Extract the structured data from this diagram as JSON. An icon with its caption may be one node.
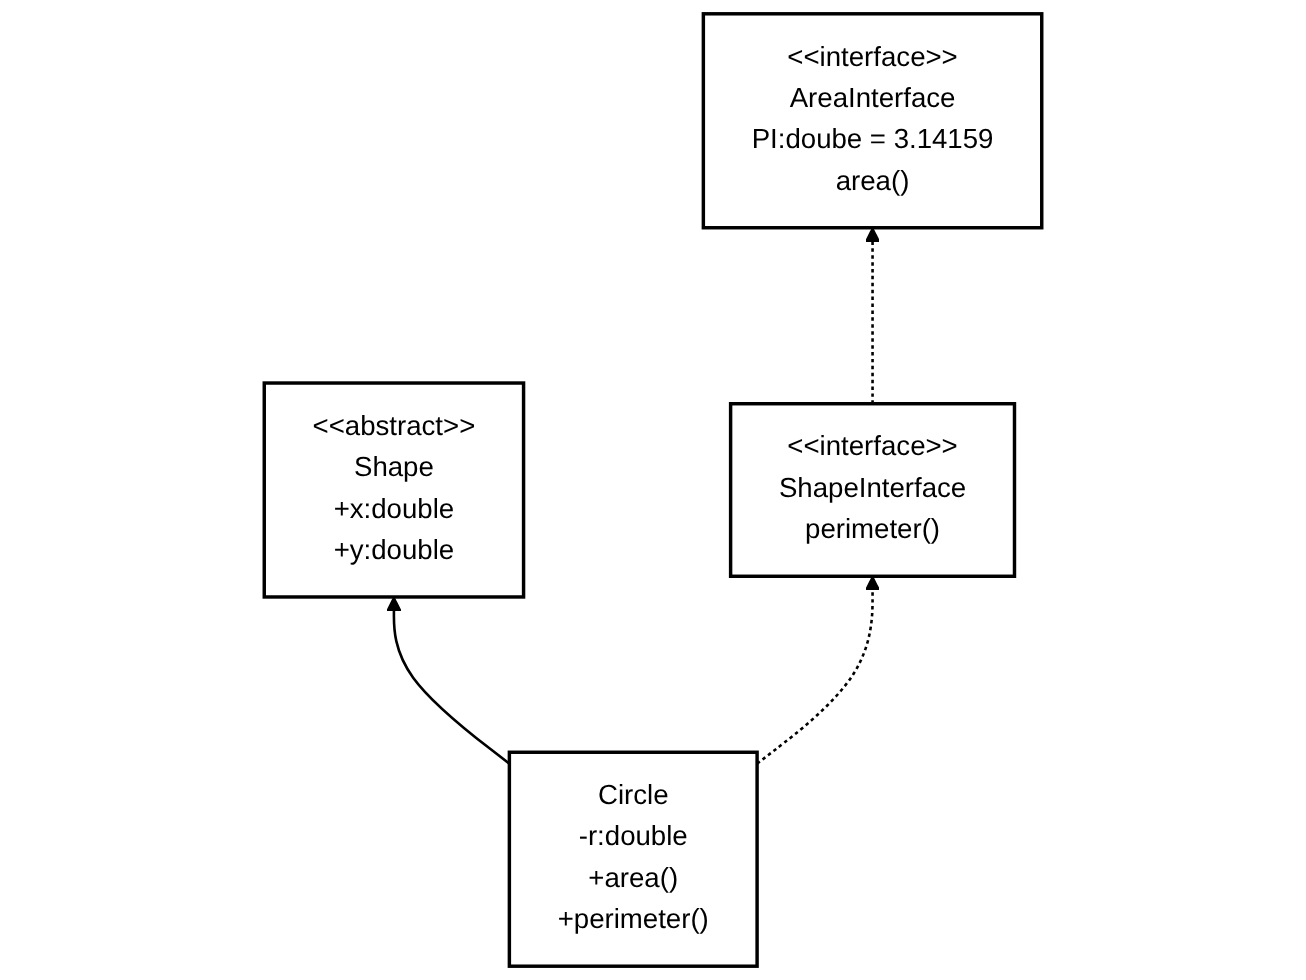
{
  "diagram": {
    "nodes": [
      {
        "text": [
          "<<abstract>>",
          "Shape",
          "+x:double",
          "+y:double"
        ]
      },
      {
        "text": [
          "<<interface>>",
          "AreaInterface",
          "PI:doube = 3.14159",
          "area()"
        ]
      },
      {
        "text": [
          "Circle",
          "-r:double",
          "+area()",
          "+perimeter()"
        ]
      },
      {
        "text": [
          "<<interface>>",
          "ShapeInterface",
          "perimeter()"
        ]
      }
    ],
    "edges": [
      {
        "from": 2,
        "to": 0,
        "arrow": "to"
      },
      {
        "from": 3,
        "to": 1,
        "arrow": "to",
        "style": "dashed"
      },
      {
        "from": 2,
        "to": 3,
        "arrow": "to",
        "style": "dashed"
      }
    ]
  }
}
